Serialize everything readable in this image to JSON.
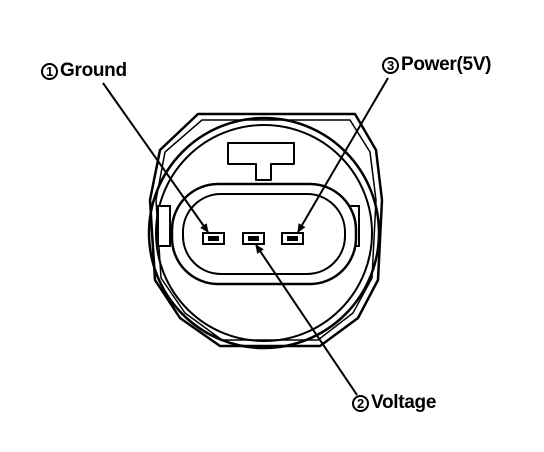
{
  "labels": {
    "ground": {
      "number": "1",
      "text": "Ground"
    },
    "power": {
      "number": "3",
      "text": "Power(5V)"
    },
    "voltage": {
      "number": "2",
      "text": "Voltage"
    }
  },
  "colors": {
    "ink": "#000000",
    "background": "#ffffff"
  }
}
